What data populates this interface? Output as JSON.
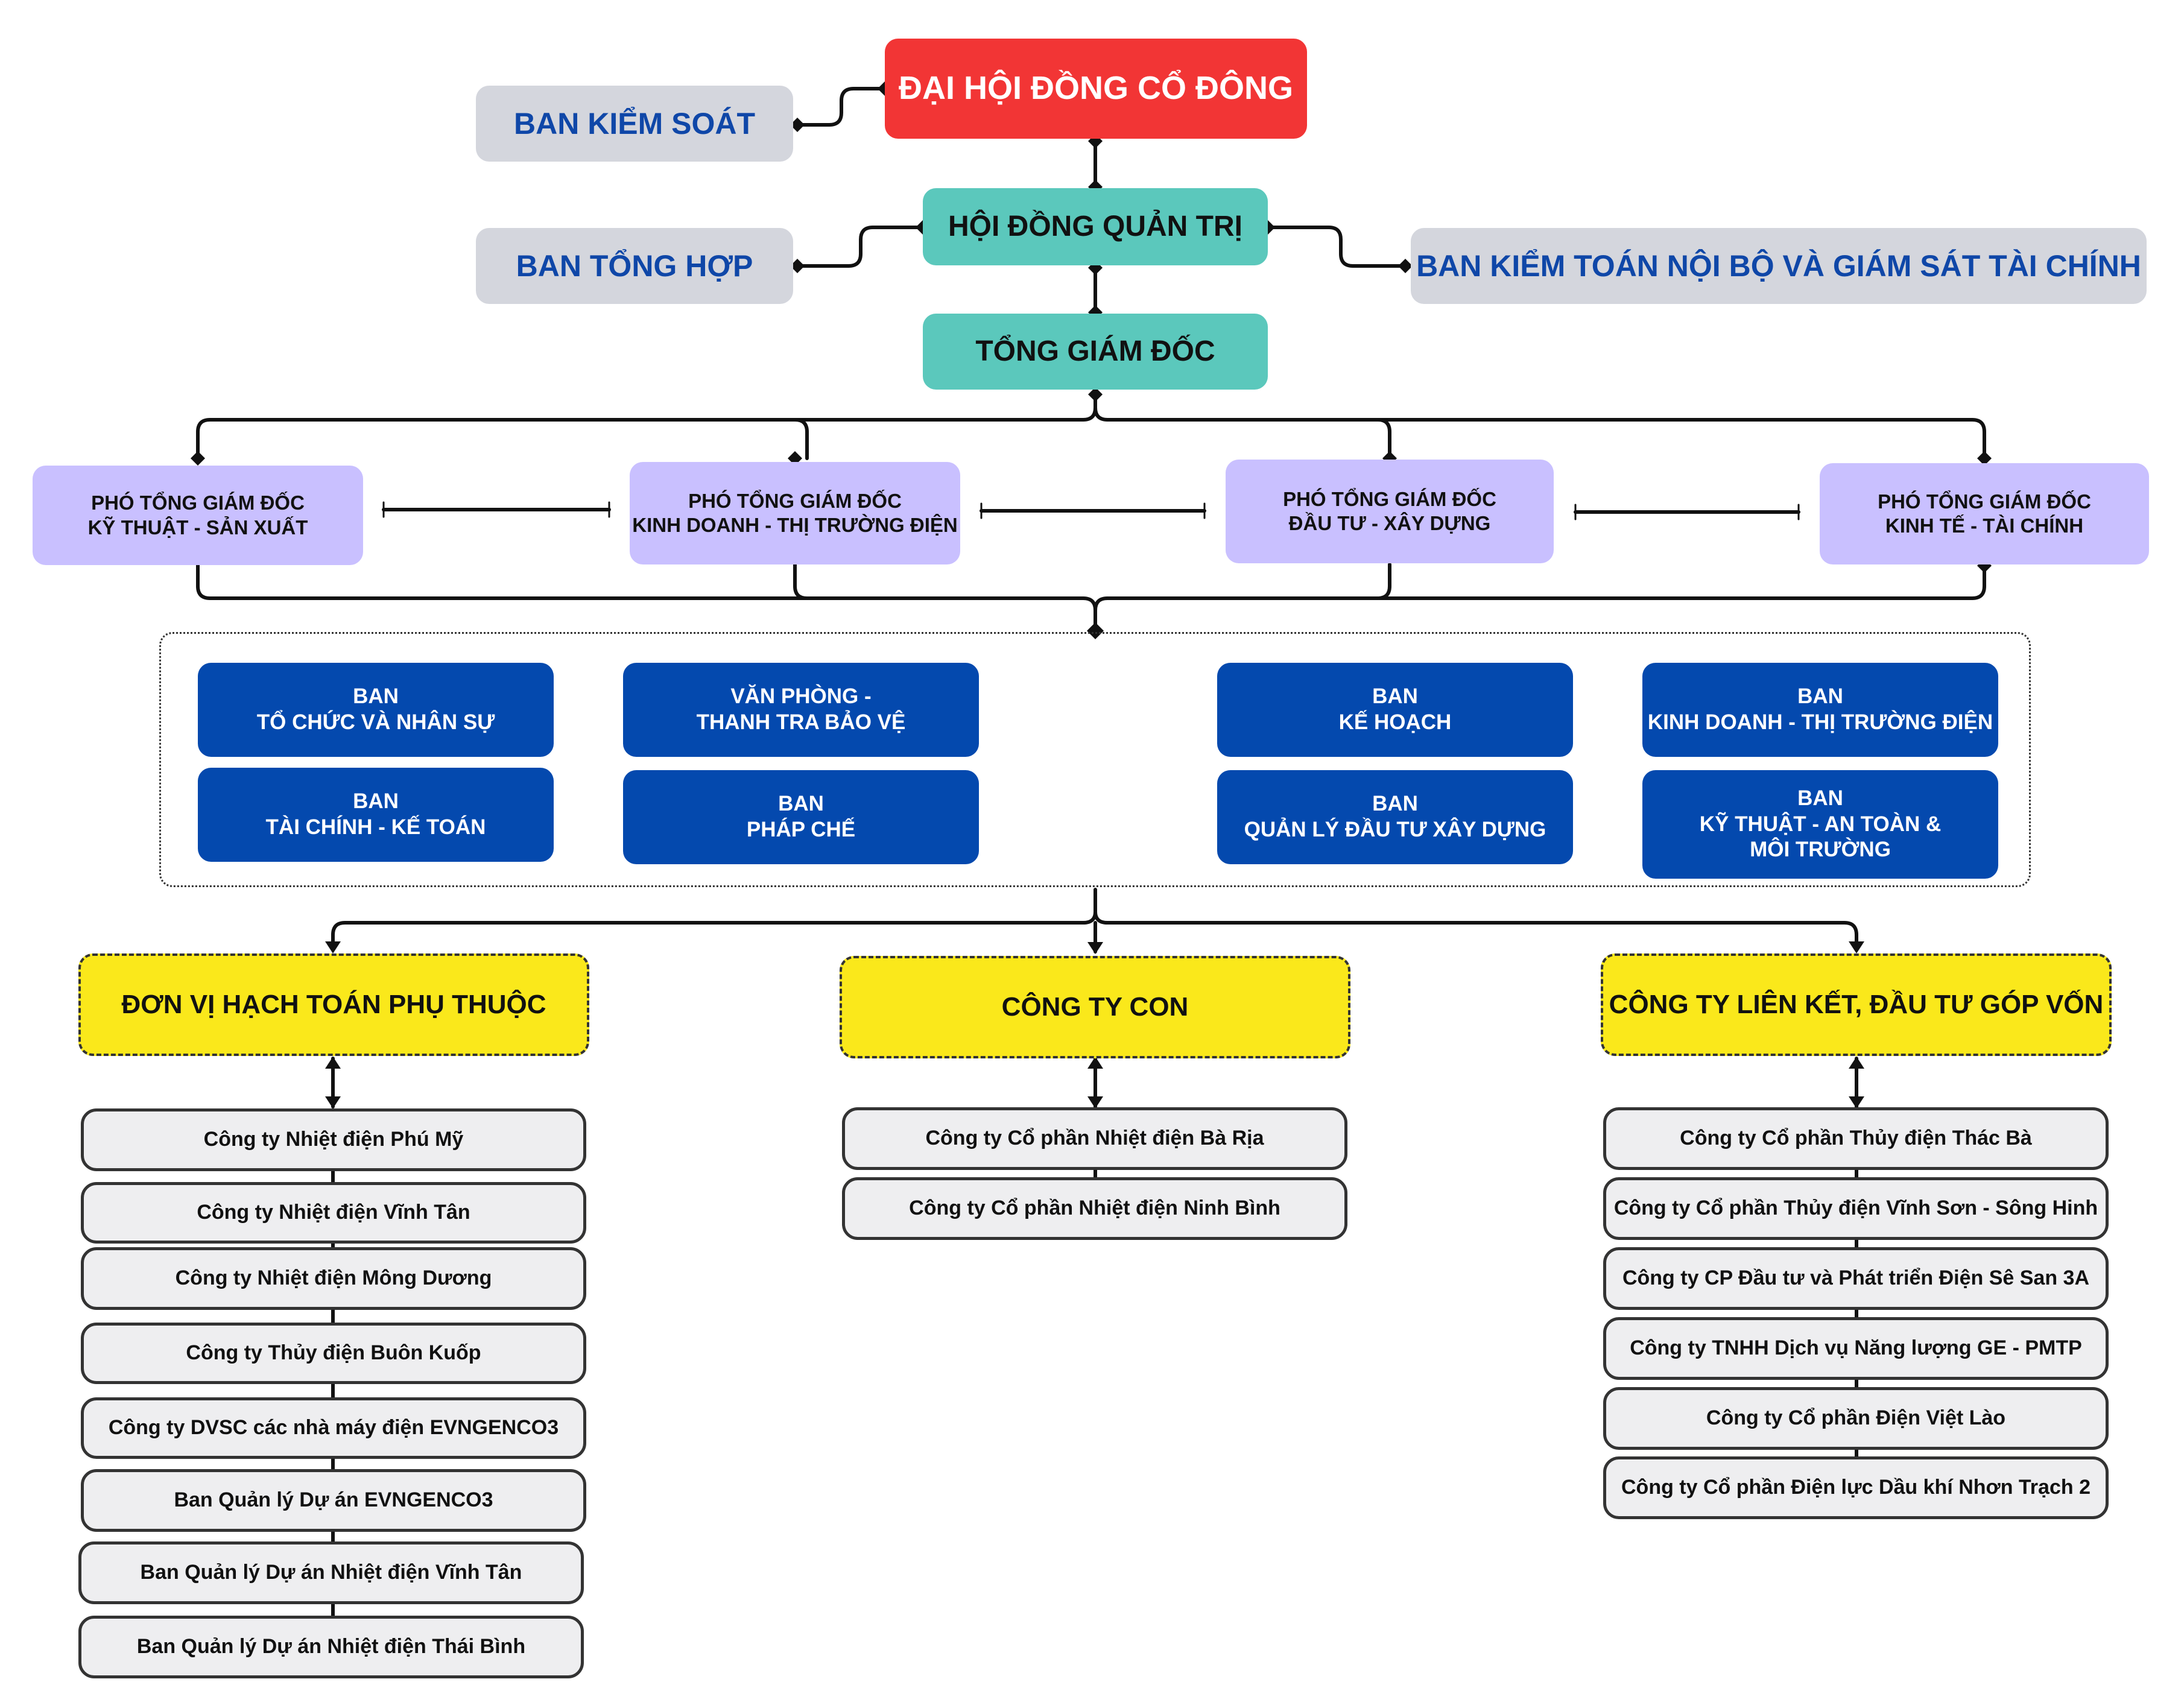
{
  "top": {
    "shareholders": "ĐẠI HỘI ĐỒNG CỔ ĐÔNG",
    "supervisory_board": "BAN KIỂM SOÁT",
    "board_of_directors": "HỘI ĐỒNG QUẢN TRỊ",
    "general_affairs": "BAN TỔNG HỢP",
    "internal_audit": "BAN KIỂM TOÁN NỘI BỘ VÀ GIÁM SÁT TÀI CHÍNH",
    "ceo": "TỔNG GIÁM ĐỐC"
  },
  "deputies": [
    {
      "line1": "PHÓ TỔNG GIÁM ĐỐC",
      "line2": "KỸ THUẬT - SẢN XUẤT"
    },
    {
      "line1": "PHÓ TỔNG GIÁM ĐỐC",
      "line2": "KINH DOANH - THỊ TRƯỜNG ĐIỆN"
    },
    {
      "line1": "PHÓ TỔNG GIÁM ĐỐC",
      "line2": "ĐẦU TƯ - XÂY DỰNG"
    },
    {
      "line1": "PHÓ TỔNG GIÁM ĐỐC",
      "line2": "KINH TẾ - TÀI CHÍNH"
    }
  ],
  "departments": [
    {
      "line1": "BAN",
      "line2": "TỔ CHỨC VÀ NHÂN SỰ"
    },
    {
      "line1": "BAN",
      "line2": "TÀI CHÍNH - KẾ TOÁN"
    },
    {
      "line1": "VĂN PHÒNG -",
      "line2": "THANH TRA BẢO VỆ"
    },
    {
      "line1": "BAN",
      "line2": "PHÁP CHẾ"
    },
    {
      "line1": "BAN",
      "line2": "KẾ HOẠCH"
    },
    {
      "line1": "BAN",
      "line2": "QUẢN LÝ ĐẦU TƯ  XÂY DỰNG"
    },
    {
      "line1": "BAN",
      "line2": "KINH DOANH - THỊ TRƯỜNG ĐIỆN"
    },
    {
      "line1": "BAN",
      "line2": "KỸ THUẬT - AN TOÀN &",
      "line3": "MÔI TRƯỜNG"
    }
  ],
  "groups": {
    "dependent_units": {
      "title": "ĐƠN VỊ HẠCH TOÁN PHỤ THUỘC",
      "items": [
        "Công ty Nhiệt điện Phú Mỹ",
        "Công ty Nhiệt điện Vĩnh Tân",
        "Công ty Nhiệt điện Mông Dương",
        "Công ty Thủy điện Buôn Kuốp",
        "Công ty DVSC các nhà máy điện EVNGENCO3",
        "Ban Quản lý Dự án EVNGENCO3",
        "Ban Quản lý Dự án Nhiệt điện Vĩnh Tân",
        "Ban Quản lý Dự án Nhiệt điện Thái Bình"
      ]
    },
    "subsidiaries": {
      "title": "CÔNG TY CON",
      "items": [
        "Công ty Cổ phần Nhiệt điện Bà Rịa",
        "Công ty Cổ phần Nhiệt điện Ninh Bình"
      ]
    },
    "affiliates": {
      "title": "CÔNG TY LIÊN KẾT, ĐẦU TƯ GÓP VỐN",
      "items": [
        "Công ty Cổ phần Thủy điện Thác Bà",
        "Công ty Cổ phần Thủy điện Vĩnh Sơn - Sông Hinh",
        "Công ty CP Đầu tư và Phát triển Điện Sê San 3A",
        "Công ty TNHH Dịch vụ Năng lượng GE - PMTP",
        "Công ty Cổ phần Điện Việt Lào",
        "Công ty Cổ phần Điện lực Dầu khí Nhơn Trạch 2"
      ]
    }
  },
  "colors": {
    "shareholders": "#F23535",
    "side_boards": "#D4D6DD",
    "side_board_text": "#0F47A8",
    "executive": "#5BC8BC",
    "deputy": "#C9C0FF",
    "department": "#0449AE",
    "group_header": "#FAE81B",
    "list_item": "#EEEEF0",
    "connector": "#111111"
  }
}
